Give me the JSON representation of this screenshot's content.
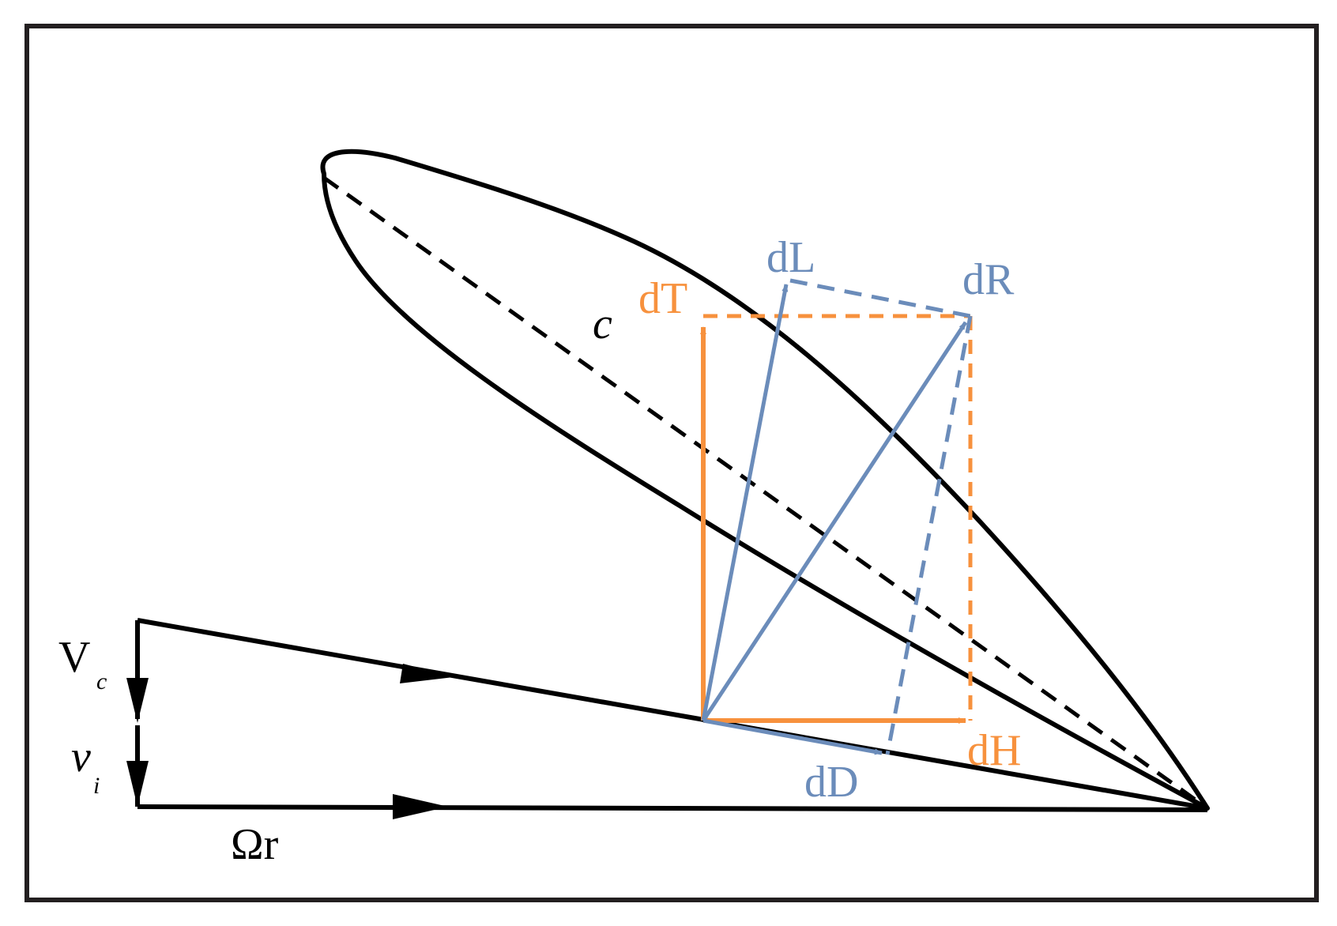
{
  "labels": {
    "chord": "c",
    "lift": "dL",
    "resultant": "dR",
    "thrust": "dT",
    "h_force": "dH",
    "drag": "dD",
    "climb_velocity": "V",
    "climb_velocity_sub": "c",
    "induced_velocity": "v",
    "induced_velocity_sub": "i",
    "rotational_velocity": "Ωr"
  },
  "colors": {
    "frame": "#231f20",
    "airfoil": "#000000",
    "orange": "#f7913d",
    "blue": "#6b8cba",
    "black": "#000000"
  }
}
